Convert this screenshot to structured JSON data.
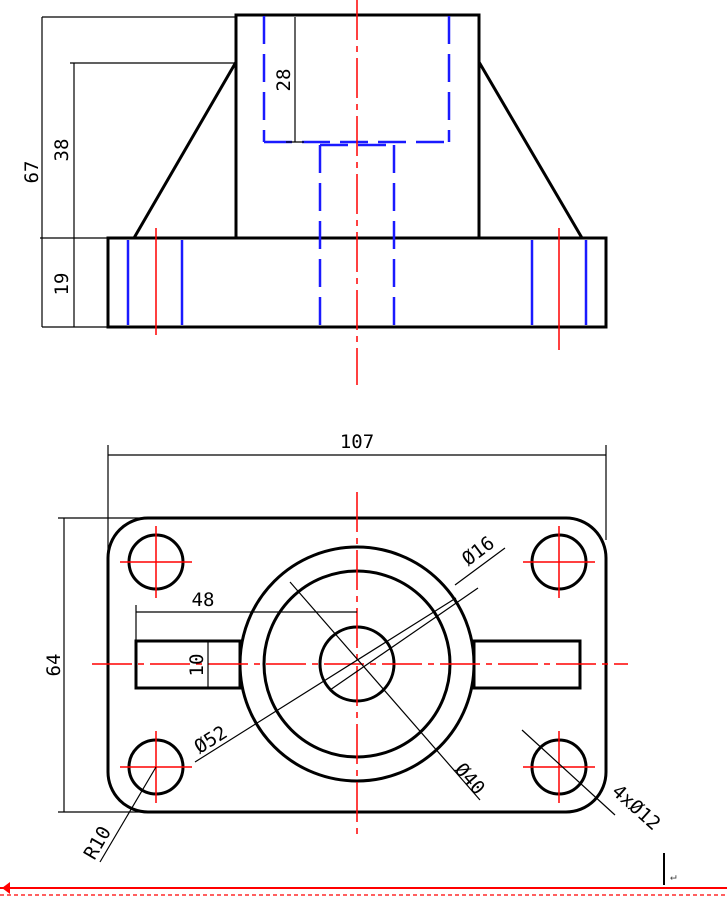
{
  "colors": {
    "outline": "#000000",
    "hidden": "#1a1aff",
    "center": "#ff0000",
    "background": "#ffffff"
  },
  "front_view": {
    "dims": {
      "overall_height": "67",
      "boss_height": "38",
      "base_height": "19",
      "bore_depth": "28"
    }
  },
  "top_view": {
    "dims": {
      "overall_width": "107",
      "overall_depth": "64",
      "slot_length": "48",
      "slot_width": "10",
      "bore_dia": "Ø16",
      "boss_outer_dia": "Ø52",
      "boss_inner_dia": "Ø40",
      "hole_callout": "4xØ12",
      "corner_radius": "R10"
    }
  },
  "status_bar": {
    "cursor_glyph": "↵"
  }
}
